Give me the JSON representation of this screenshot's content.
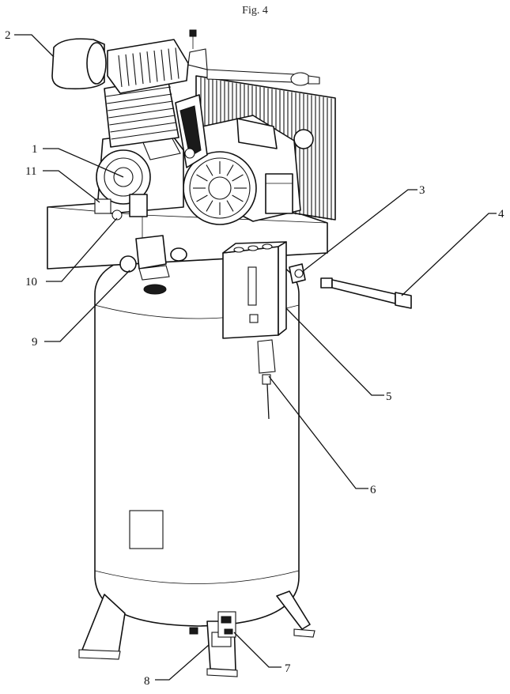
{
  "figure": {
    "title": "Fig. 4"
  },
  "callouts": [
    {
      "id": "1",
      "label": "1"
    },
    {
      "id": "2",
      "label": "2"
    },
    {
      "id": "3",
      "label": "3"
    },
    {
      "id": "4",
      "label": "4"
    },
    {
      "id": "5",
      "label": "5"
    },
    {
      "id": "6",
      "label": "6"
    },
    {
      "id": "7",
      "label": "7"
    },
    {
      "id": "8",
      "label": "8"
    },
    {
      "id": "9",
      "label": "9"
    },
    {
      "id": "10",
      "label": "10"
    },
    {
      "id": "11",
      "label": "11"
    }
  ]
}
